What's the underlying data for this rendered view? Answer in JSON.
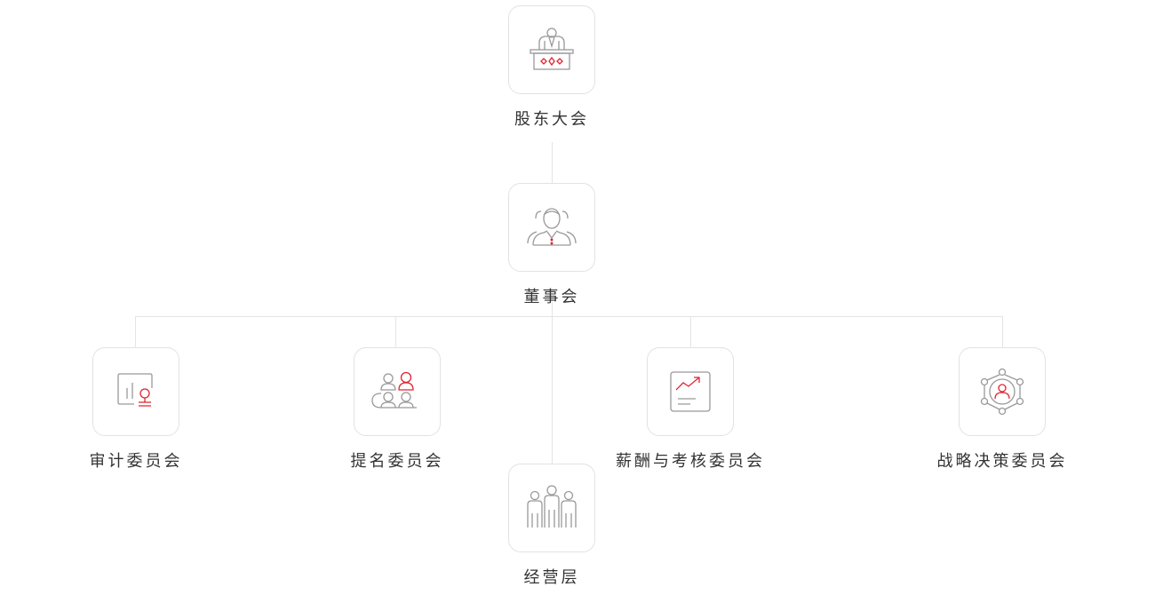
{
  "colors": {
    "accent": "#e0232e",
    "icon_gray": "#999999",
    "line": "#e4e4e4",
    "text": "#333333"
  },
  "nodes": {
    "shareholders": {
      "label": "股东大会",
      "icon": "podium-speaker-icon"
    },
    "board": {
      "label": "董事会",
      "icon": "board-members-icon"
    },
    "audit": {
      "label": "审计委员会",
      "icon": "audit-board-icon"
    },
    "nomination": {
      "label": "提名委员会",
      "icon": "nomination-people-icon"
    },
    "compensation": {
      "label": "薪酬与考核委员会",
      "icon": "growth-chart-icon"
    },
    "strategy": {
      "label": "战略决策委员会",
      "icon": "network-person-icon"
    },
    "management": {
      "label": "经营层",
      "icon": "management-team-icon"
    }
  }
}
